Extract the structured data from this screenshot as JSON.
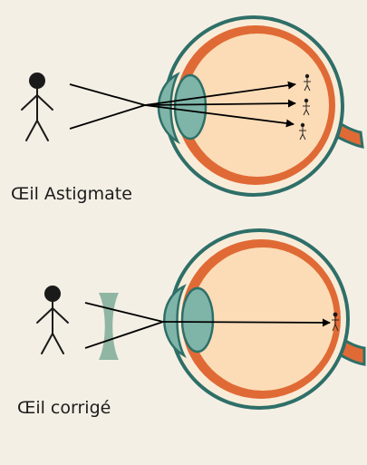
{
  "captions": {
    "astigmatic": "Œil Astigmate",
    "corrected": "Œil corrigé"
  },
  "colors": {
    "background": "#f4efe5",
    "sclera_outline": "#2e6f68",
    "sclera_fill": "#f8ecd8",
    "choroid": "#e06a35",
    "vitreous": "#fbdcb7",
    "lens": "#7fb5a8",
    "lens_stroke": "#2e6f68",
    "corrective_lens": "#8fb5a3",
    "figure": "#1a1a1a",
    "ray": "#000000"
  },
  "icons": {
    "object": "stick-figure-icon",
    "image": "small-stick-figure-icon"
  },
  "scenes": [
    {
      "id": "astigmatic",
      "image_count": 3,
      "corrective_lens": false
    },
    {
      "id": "corrected",
      "image_count": 1,
      "corrective_lens": true
    }
  ]
}
